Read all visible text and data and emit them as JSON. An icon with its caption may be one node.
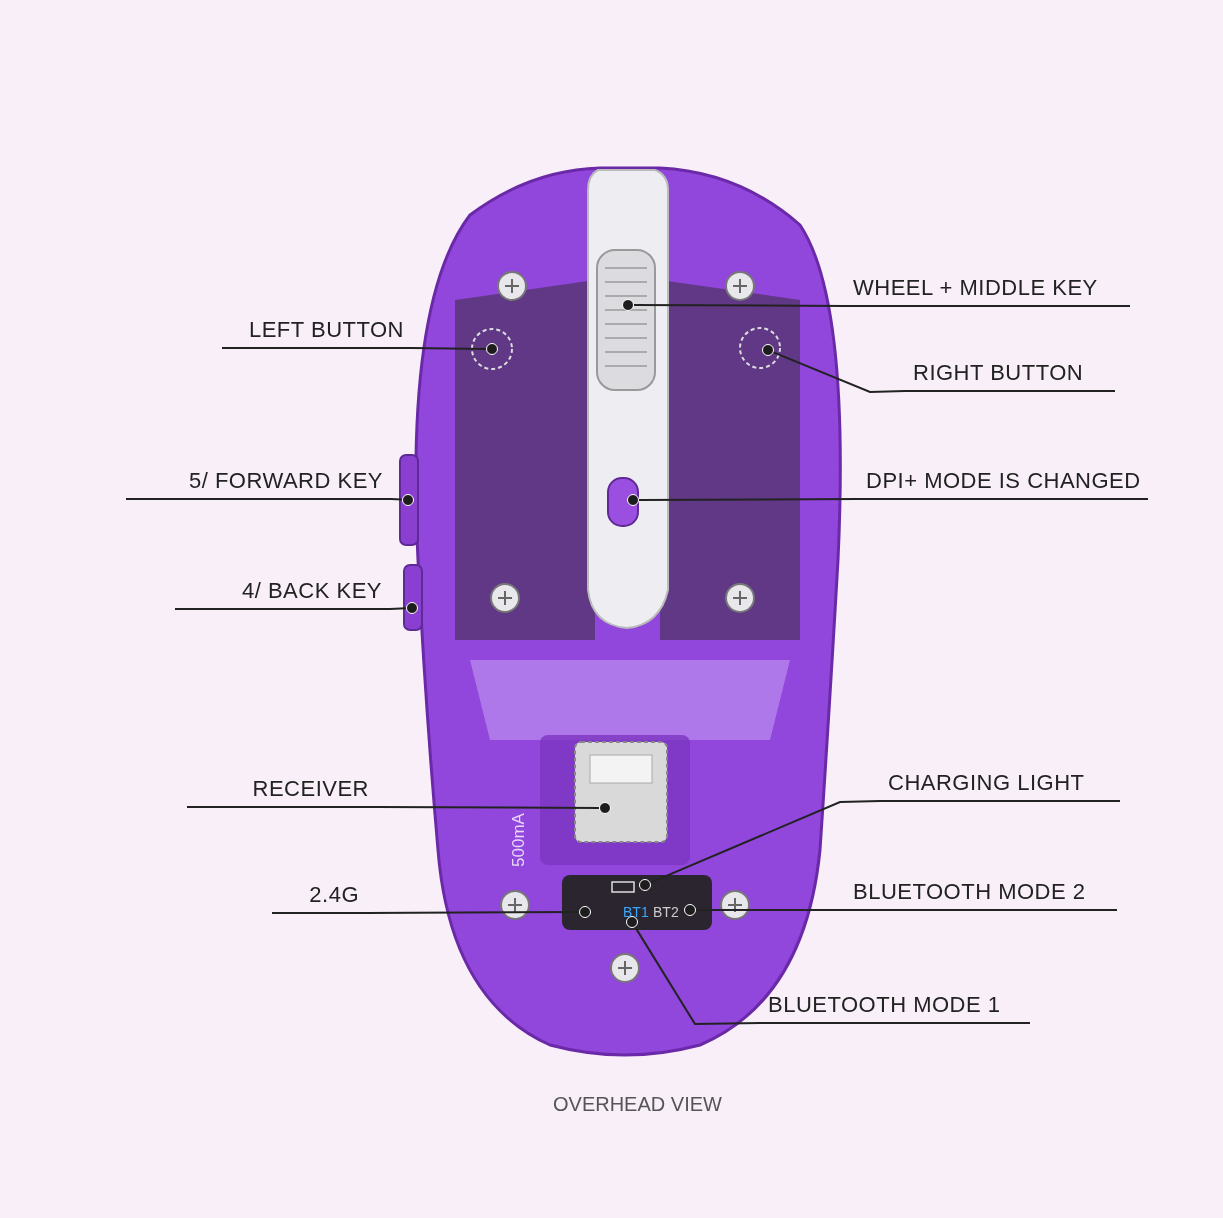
{
  "diagram": {
    "caption": "OVERHEAD VIEW",
    "nodes": [
      {
        "text": [
          "WHEEL + MIDDLE KEY"
        ]
      },
      {
        "text": [],
        "shape": "circle"
      },
      {
        "text": [
          "LEFT BUTTON"
        ]
      },
      {
        "text": [],
        "shape": "circle"
      },
      {
        "text": [
          "RIGHT BUTTON"
        ]
      },
      {
        "text": [],
        "shape": "circle"
      },
      {
        "text": [
          "5/ FORWARD KEY"
        ]
      },
      {
        "text": [],
        "shape": "circle"
      },
      {
        "text": [
          "DPI+ MODE IS CHANGED"
        ]
      },
      {
        "text": [],
        "shape": "circle"
      },
      {
        "text": [
          "4/ BACK KEY"
        ]
      },
      {
        "text": [],
        "shape": "circle"
      },
      {
        "text": [
          "RECEIVER"
        ]
      },
      {
        "text": [],
        "shape": "circle"
      },
      {
        "text": [
          "CHARGING LIGHT"
        ]
      },
      {
        "text": [],
        "shape": "circle"
      },
      {
        "text": [
          "2.4G"
        ]
      },
      {
        "text": [],
        "shape": "circle"
      },
      {
        "text": [
          "BLUETOOTH MODE 2"
        ]
      },
      {
        "text": [],
        "shape": "circle"
      },
      {
        "text": [
          "BLUETOOTH MODE 1"
        ]
      },
      {
        "text": [],
        "shape": "circle"
      }
    ],
    "edges": [
      {
        "from": 0,
        "to": 1,
        "arrow": "none"
      },
      {
        "from": 2,
        "to": 3,
        "arrow": "none"
      },
      {
        "from": 4,
        "to": 5,
        "arrow": "none"
      },
      {
        "from": 6,
        "to": 7,
        "arrow": "none"
      },
      {
        "from": 8,
        "to": 9,
        "arrow": "none"
      },
      {
        "from": 10,
        "to": 11,
        "arrow": "none"
      },
      {
        "from": 12,
        "to": 13,
        "arrow": "none"
      },
      {
        "from": 14,
        "to": 15,
        "arrow": "none"
      },
      {
        "from": 16,
        "to": 17,
        "arrow": "none"
      },
      {
        "from": 18,
        "to": 19,
        "arrow": "none"
      },
      {
        "from": 20,
        "to": 21,
        "arrow": "none"
      }
    ],
    "labels": [
      "500mA",
      "BT1",
      "BT2"
    ]
  }
}
